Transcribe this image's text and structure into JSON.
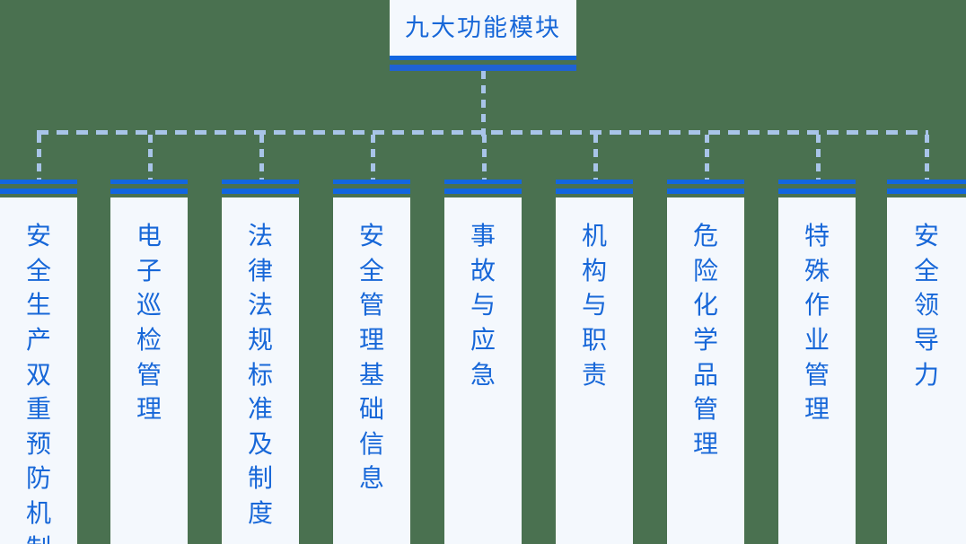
{
  "diagram": {
    "type": "org-tree",
    "orientation": "top-down",
    "background_color": "#4a7150",
    "accent_color": "#1266e0",
    "text_color": "#1767d8",
    "card_color": "#f4f8fd",
    "connector_color": "#a8c4e8",
    "root": {
      "label": "九大功能模块"
    },
    "children": [
      {
        "label": "安全生产双重预防机制"
      },
      {
        "label": "电子巡检管理"
      },
      {
        "label": "法律法规标准及制度"
      },
      {
        "label": "安全管理基础信息"
      },
      {
        "label": "事故与应急"
      },
      {
        "label": "机构与职责"
      },
      {
        "label": "危险化学品管理"
      },
      {
        "label": "特殊作业管理"
      },
      {
        "label": "安全领导力"
      }
    ]
  }
}
